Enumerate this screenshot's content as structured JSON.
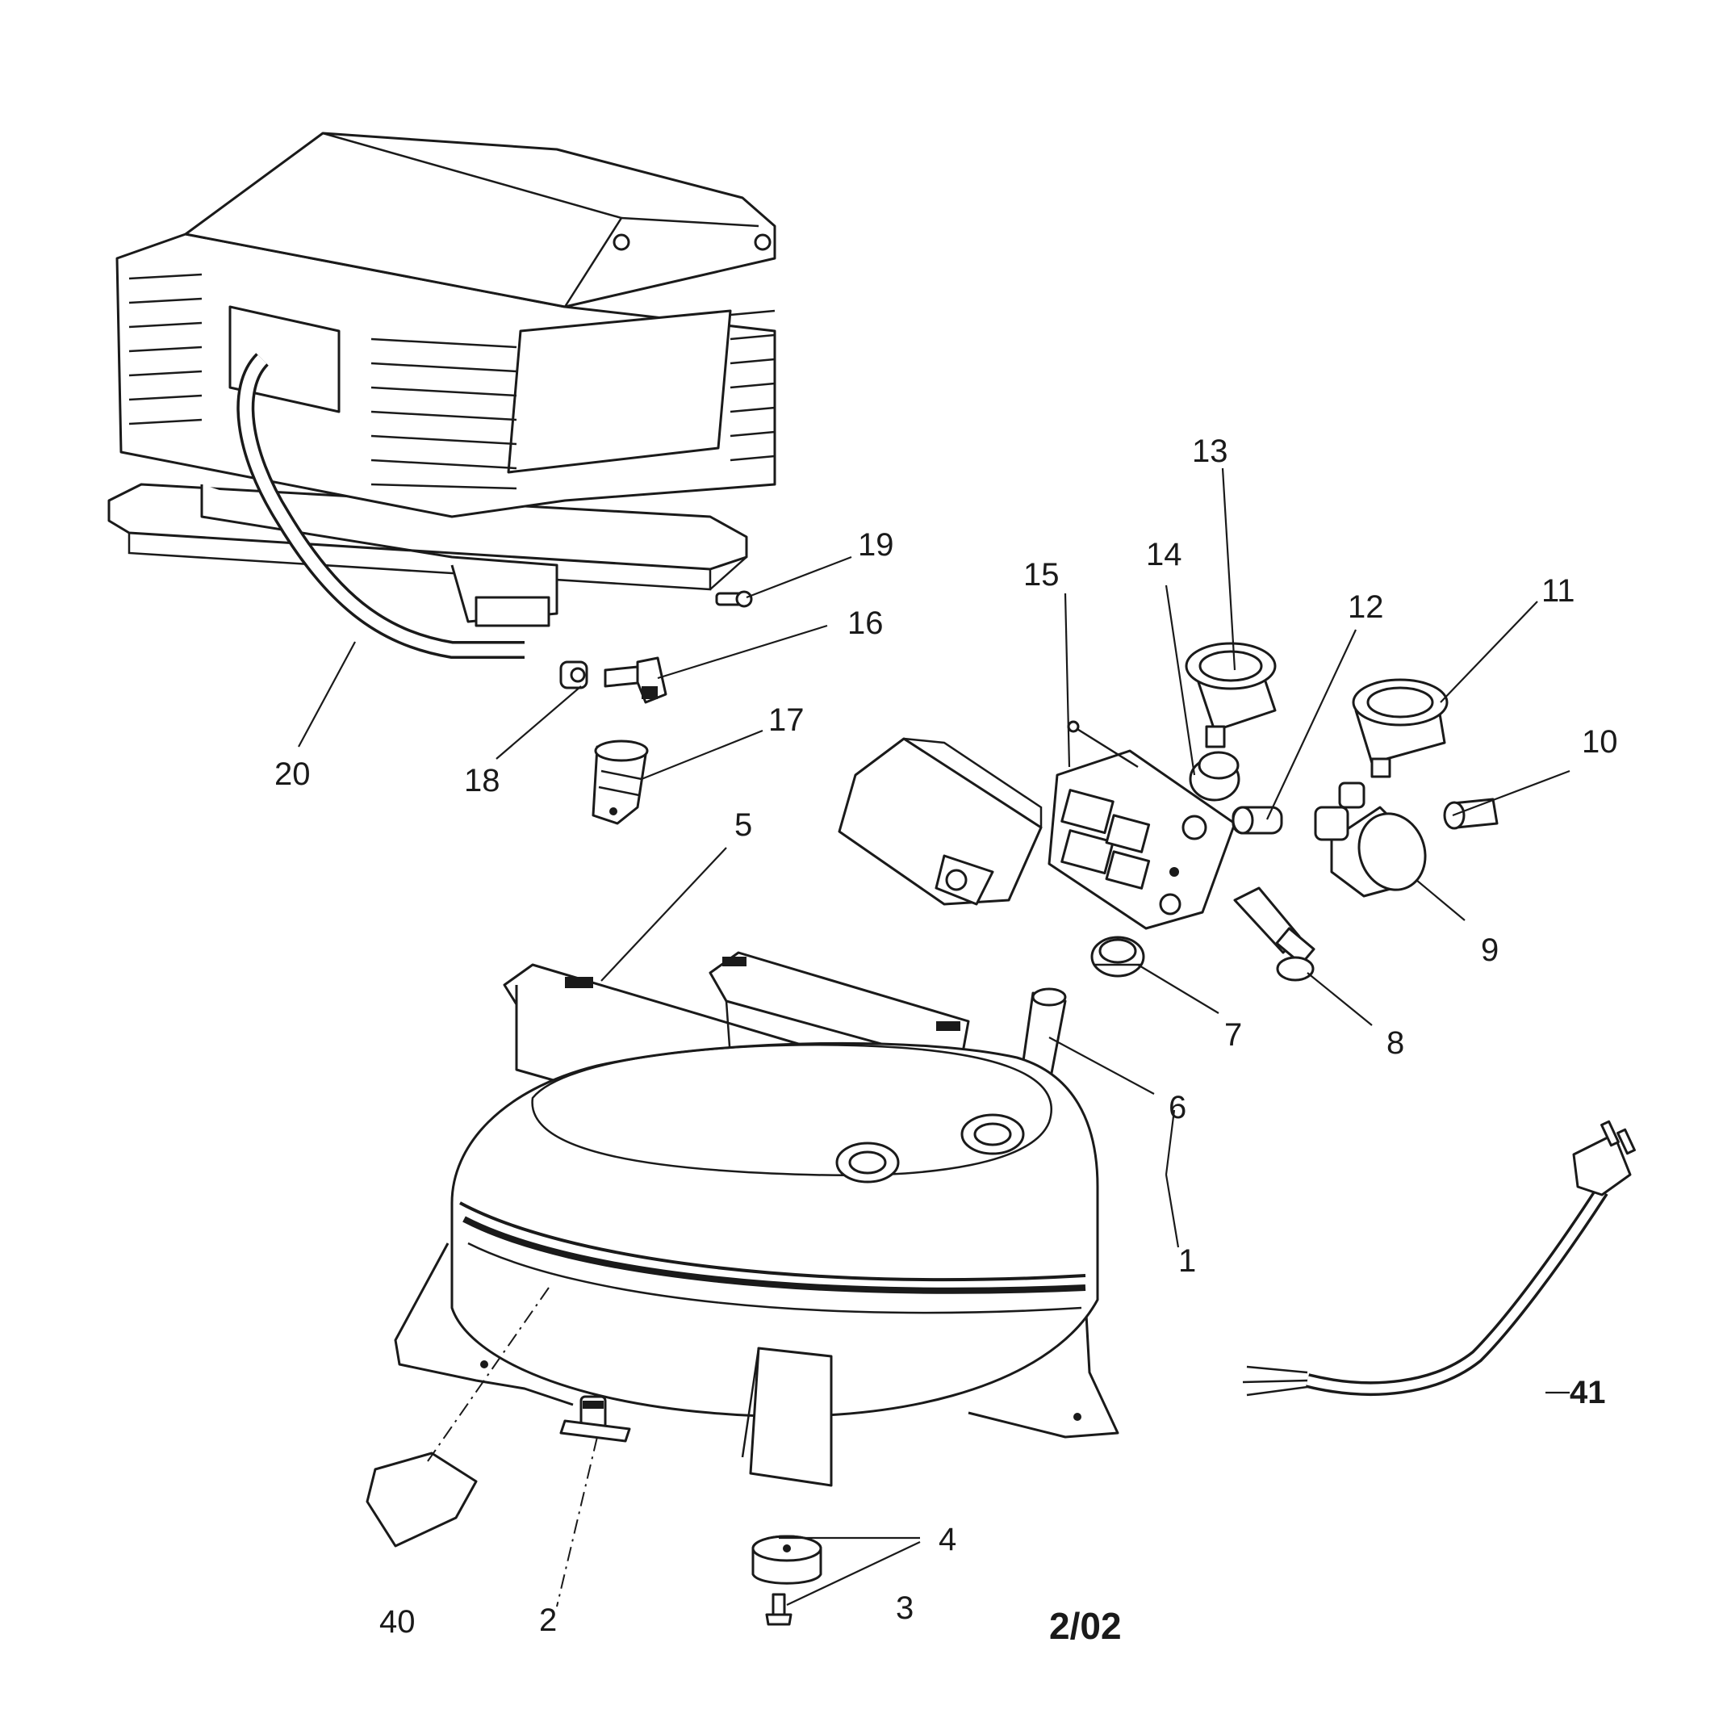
{
  "callouts": {
    "c1": "1",
    "c2": "2",
    "c3": "3",
    "c4": "4",
    "c5": "5",
    "c6": "6",
    "c7": "7",
    "c8": "8",
    "c9": "9",
    "c10": "10",
    "c11": "11",
    "c12": "12",
    "c13": "13",
    "c14": "14",
    "c15": "15",
    "c16": "16",
    "c17": "17",
    "c18": "18",
    "c19": "19",
    "c20": "20",
    "c40": "40",
    "c41": "41"
  },
  "date_code": "2/02",
  "colors": {
    "line": "#1a1a1a",
    "background": "#ffffff"
  }
}
